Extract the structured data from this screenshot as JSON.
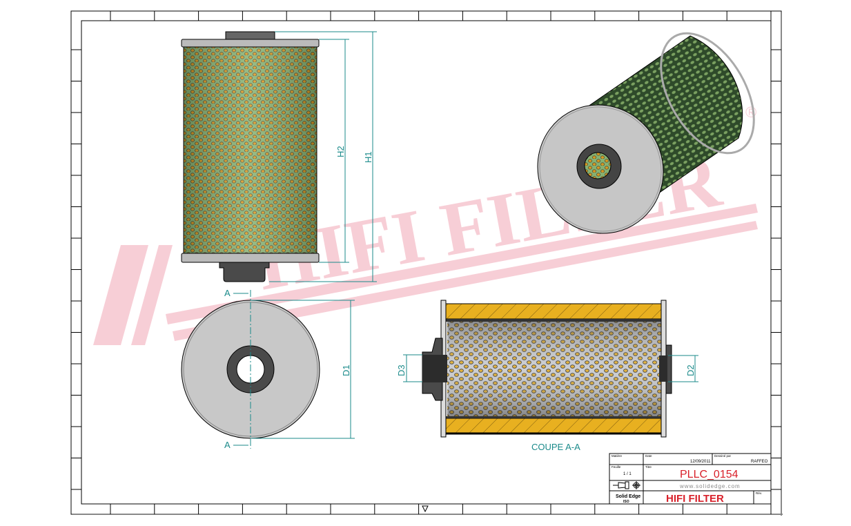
{
  "watermark": {
    "text": "HIFI FILTER",
    "registered": "®",
    "color": "#f7c9d2"
  },
  "dimensions": {
    "h1": "H1",
    "h2": "H2",
    "d1": "D1",
    "d2": "D2",
    "d3": "D3",
    "section_mark": "A"
  },
  "section_label": "COUPE A-A",
  "title_block": {
    "material_label": "Matière",
    "date_label": "Date",
    "date_value": "12/09/2011",
    "drawn_by_label": "Dessiné par",
    "drawn_by_value": "RAFFEO",
    "sheet_label": "Feuille",
    "sheet_value": "1 / 1",
    "title_label": "Titre",
    "title_value": "PLLC_0154",
    "website": "www.solidedge.com",
    "software": "Solid Edge",
    "software_sub": "ISO",
    "company": "HIFI FILTER",
    "revision_label": "Rév."
  },
  "colors": {
    "accent_red": "#d8202a",
    "dimension": "#1a8a8a",
    "media_green": "#8ab070",
    "media_yellow": "#e8b020"
  }
}
